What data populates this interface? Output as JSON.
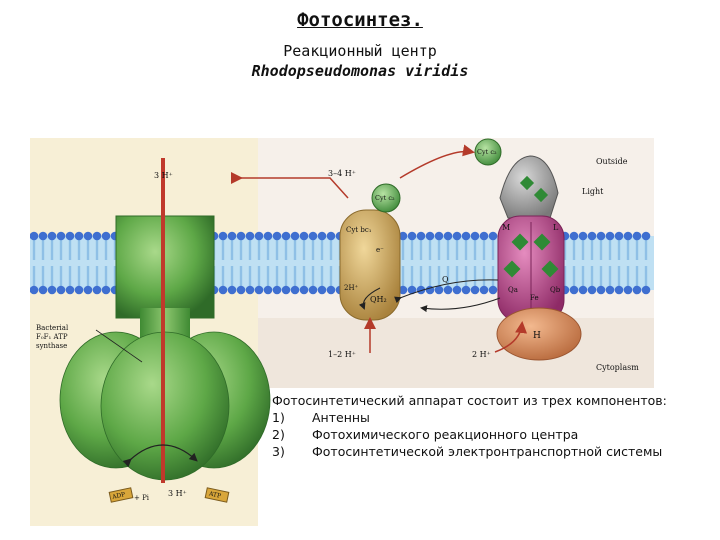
{
  "title": "Фотосинтез.",
  "subtitle_line1": "Реакционный центр",
  "subtitle_line2": "Rhodopseudomonas viridis",
  "diagram": {
    "h_top_left": "3 H⁺",
    "h_top_mid": "3–4 H⁺",
    "cyt_c2_top": "Cyt c₂",
    "cyt_c2_mid": "Cyt c₂",
    "cyt_bc1": "Cyt bc₁",
    "outside": "Outside",
    "light": "Light",
    "m_sub": "M",
    "l_sub": "L",
    "qa": "Qa",
    "qb": "Qb",
    "fe": "Fe",
    "h_sub": "H",
    "q_label": "Q",
    "qh2": "QH₂",
    "two_h_left": "2H⁺",
    "e_label": "e⁻",
    "atp_synthase_line1": "Bacterial",
    "atp_synthase_line2": "F₀F₁ ATP",
    "atp_synthase_line3": "synthase",
    "h_bottom_left": "1–2 H⁺",
    "h_bottom_right": "2 H⁺",
    "cytoplasm": "Cytoplasm",
    "adp": "ADP",
    "pi": "+ Pi",
    "h_atp": "3 H⁺",
    "atp": "ATP"
  },
  "caption": {
    "intro": "Фотосинтетический аппарат состоит из трех компонентов:",
    "items": [
      {
        "num": "1)",
        "text": "Антенны"
      },
      {
        "num": "2)",
        "text": "Фотохимического реакционного центра"
      },
      {
        "num": "3)",
        "text": "Фотосинтетической электронтранспортной системы"
      }
    ]
  },
  "colors": {
    "membrane_blue": "#3f6fd0",
    "lipid_tail": "#8fc0e6",
    "synthase_green": "#4f9a3e",
    "proton_red": "#c0392b",
    "cyt_bc1_tan": "#c8a35a",
    "rc_magenta": "#b53b85",
    "rc_h_orange": "#d8885a"
  }
}
